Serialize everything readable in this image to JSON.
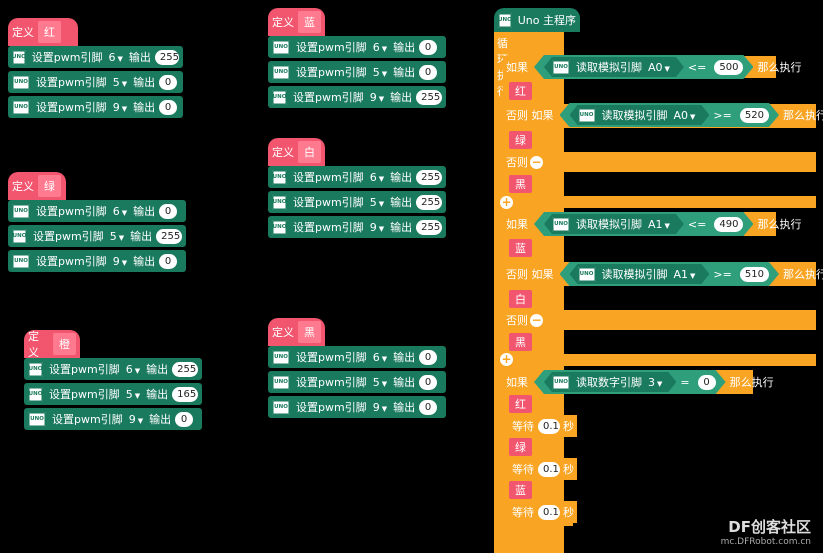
{
  "define_kw": "定义",
  "pwm_label": "设置pwm引脚",
  "output_label": "输出",
  "board": "UNO",
  "defs": [
    {
      "name": "红",
      "rows": [
        {
          "pin": "6",
          "val": "255"
        },
        {
          "pin": "5",
          "val": "0"
        },
        {
          "pin": "9",
          "val": "0"
        }
      ]
    },
    {
      "name": "绿",
      "rows": [
        {
          "pin": "6",
          "val": "0"
        },
        {
          "pin": "5",
          "val": "255"
        },
        {
          "pin": "9",
          "val": "0"
        }
      ]
    },
    {
      "name": "橙",
      "rows": [
        {
          "pin": "6",
          "val": "255"
        },
        {
          "pin": "5",
          "val": "165"
        },
        {
          "pin": "9",
          "val": "0"
        }
      ]
    },
    {
      "name": "蓝",
      "rows": [
        {
          "pin": "6",
          "val": "0"
        },
        {
          "pin": "5",
          "val": "0"
        },
        {
          "pin": "9",
          "val": "255"
        }
      ]
    },
    {
      "name": "白",
      "rows": [
        {
          "pin": "6",
          "val": "255"
        },
        {
          "pin": "5",
          "val": "255"
        },
        {
          "pin": "9",
          "val": "255"
        }
      ]
    },
    {
      "name": "黑",
      "rows": [
        {
          "pin": "6",
          "val": "0"
        },
        {
          "pin": "5",
          "val": "0"
        },
        {
          "pin": "9",
          "val": "0"
        }
      ]
    }
  ],
  "main": {
    "title": "Uno 主程序",
    "loop": "循环执行",
    "if_kw": "如果",
    "elseif_kw": "否则 如果",
    "else_kw": "否则",
    "then_kw": "那么执行",
    "read_analog": "读取模拟引脚",
    "read_digital": "读取数字引脚",
    "wait_kw": "等待",
    "sec_kw": "秒",
    "c1": {
      "pin": "A0",
      "op": "<=",
      "val": "500",
      "call": "红"
    },
    "c2": {
      "pin": "A0",
      "op": ">=",
      "val": "520",
      "call": "绿"
    },
    "e1": {
      "call": "黑"
    },
    "c3": {
      "pin": "A1",
      "op": "<=",
      "val": "490",
      "call": "蓝"
    },
    "c4": {
      "pin": "A1",
      "op": ">=",
      "val": "510",
      "call": "白"
    },
    "e2": {
      "call": "黑"
    },
    "c5": {
      "pin": "3",
      "op": "=",
      "val": "0"
    },
    "seq": [
      {
        "call": "红",
        "wait": "0.1"
      },
      {
        "call": "绿",
        "wait": "0.1"
      },
      {
        "call": "蓝",
        "wait": "0.1"
      }
    ]
  },
  "watermark": {
    "brand": "DF创客社区",
    "url": "mc.DFRobot.com.cn"
  },
  "colors": {
    "pink": "#f2566f",
    "green": "#1a7a5d",
    "orange": "#f9a423"
  }
}
